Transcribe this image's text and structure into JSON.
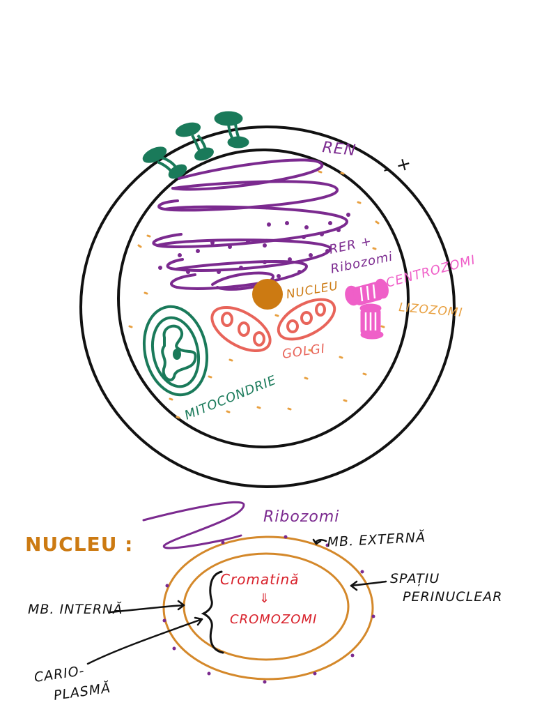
{
  "cell": {
    "membrane_sign": "-  +",
    "labels": {
      "ren": "REN",
      "rer_line1": "RER +",
      "rer_line2": "Ribozomi",
      "nucleu": "NUCLEU",
      "centrozomi": "CENTROZOMI",
      "lizozomi": "LIZOZOMI",
      "golgi": "GOLGI",
      "mitocondrie": "MITOCONDRIE"
    }
  },
  "nucleus_detail": {
    "title": "NUCLEU :",
    "ribozomi": "Ribozomi",
    "mb_externa": "MB. EXTERNĂ",
    "spatiu_line1": "SPAȚIU",
    "spatiu_line2": "PERINUCLEAR",
    "mb_interna": "MB. INTERNĂ",
    "cromatina": "Cromatină",
    "arrow_glyph": "⇓",
    "cromozomi": "CROMOZOMI",
    "cario_line1": "CARIO-",
    "cario_line2": "PLASMĂ"
  },
  "colors": {
    "outline": "#111111",
    "purple": "#7b2a8f",
    "green": "#1a7a5a",
    "orange": "#cc7a12",
    "salmon": "#e8645a",
    "pink": "#ef5fc8",
    "red": "#d8202a"
  }
}
